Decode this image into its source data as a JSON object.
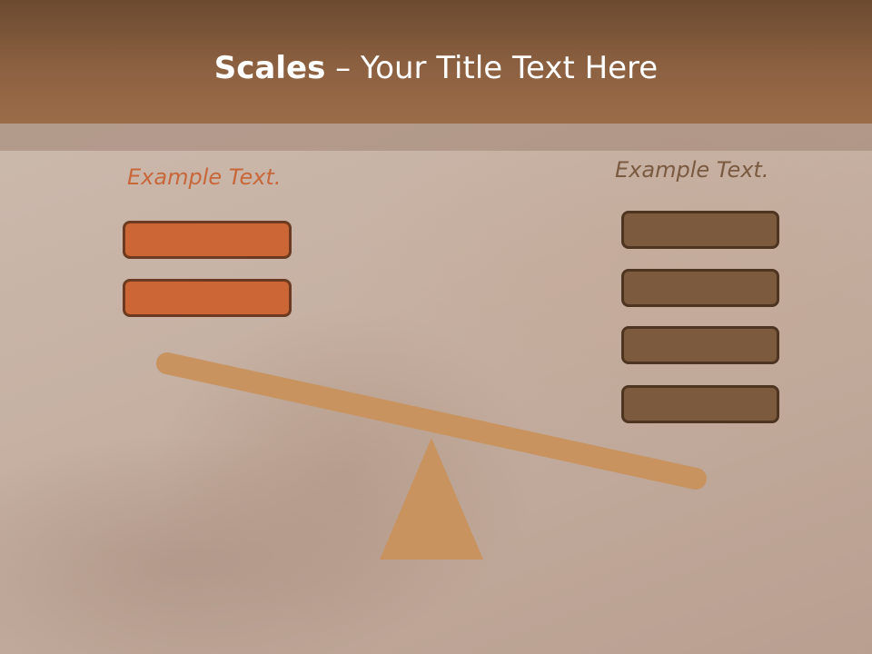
{
  "title": {
    "bold": "Scales",
    "rest": " – Your Title Text Here"
  },
  "left_panel": {
    "label": "Example Text.",
    "box_count": 2
  },
  "right_panel": {
    "label": "Example Text.",
    "box_count": 4
  },
  "colors": {
    "header": "#8c6141",
    "left_box": "#cc6636",
    "right_box": "#7c5a3d",
    "beam": "#c8935f",
    "fulcrum": "#c8935f",
    "left_label": "#c8673a",
    "right_label": "#7a5a40"
  }
}
